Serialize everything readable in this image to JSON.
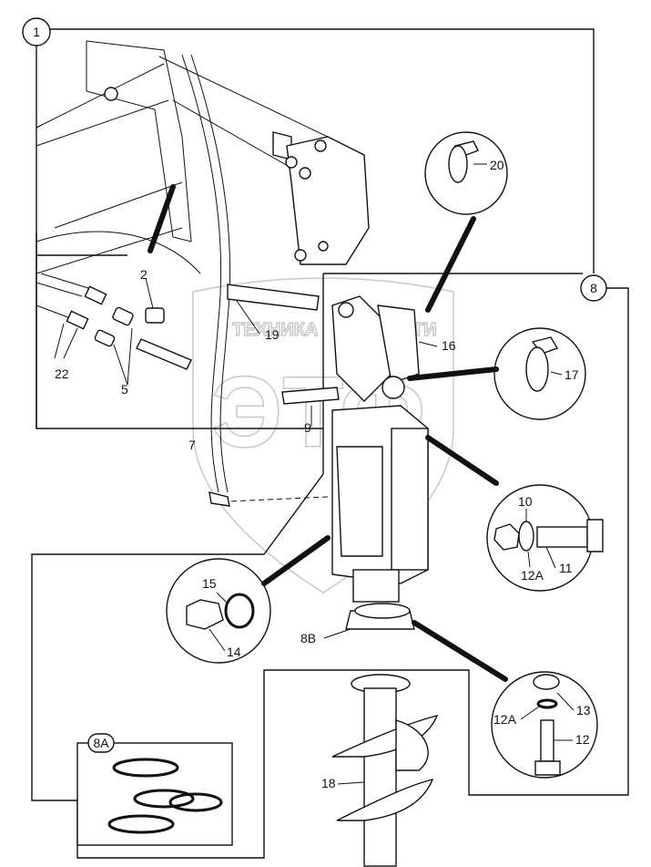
{
  "watermark": {
    "top_text": "ТЕХНИКА",
    "right_text": "ЗАПЧАСТИ",
    "logo_letters": "ЭТФ"
  },
  "section_markers": {
    "m1": "1",
    "m8": "8",
    "m8a": "8A"
  },
  "labels": {
    "l2": "2",
    "l22": "22",
    "l5": "5",
    "l7": "7",
    "l19": "19",
    "l20": "20",
    "l16": "16",
    "l17": "17",
    "l9": "9",
    "l10": "10",
    "l12a_top": "12A",
    "l11": "11",
    "l15": "15",
    "l14": "14",
    "l8b": "8B",
    "l13": "13",
    "l12a_bottom": "12A",
    "l12": "12",
    "l18": "18"
  }
}
